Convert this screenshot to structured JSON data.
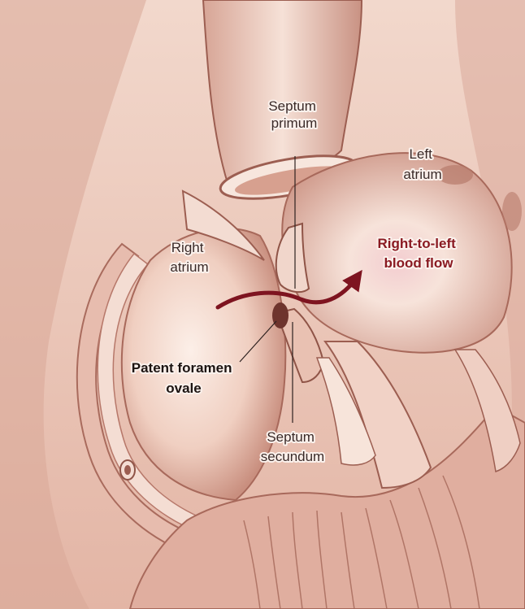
{
  "labels": {
    "septum_primum": [
      "Septum",
      "primum"
    ],
    "left_atrium": [
      "Left",
      "atrium"
    ],
    "right_atrium": [
      "Right",
      "atrium"
    ],
    "right_to_left_flow": [
      "Right-to-left",
      "blood flow"
    ],
    "patent_foramen_ovale": [
      "Patent foramen",
      "ovale"
    ],
    "septum_secundum": [
      "Septum",
      "secundum"
    ]
  },
  "colors": {
    "background_tissue": "#e9c3b4",
    "chamber_light": "#f7e4da",
    "shadow": "#b07a6b",
    "deep_shadow": "#7a4038",
    "arrow": "#7e1420",
    "label_red": "#8a1a22"
  }
}
